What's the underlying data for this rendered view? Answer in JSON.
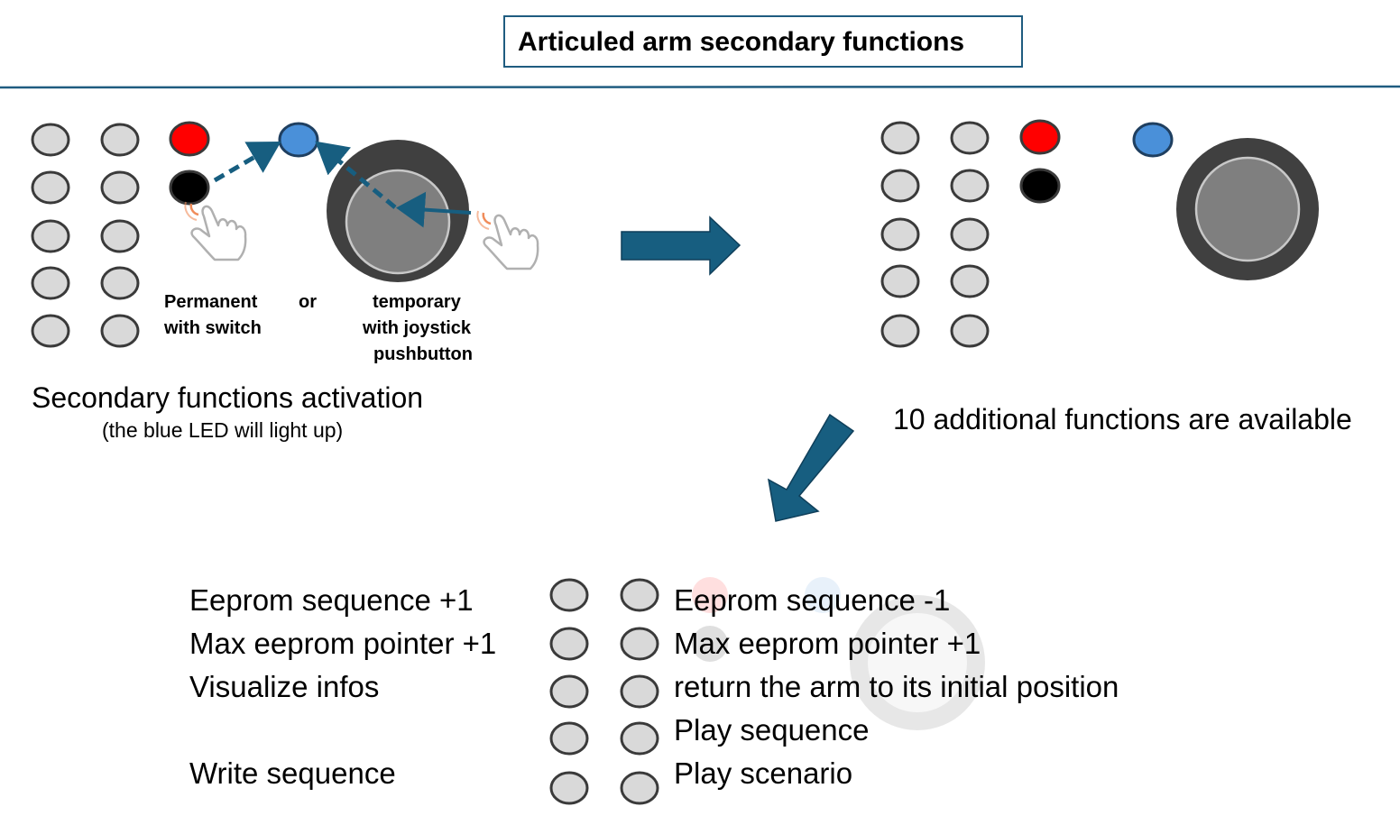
{
  "title": "Articuled arm secondary functions",
  "activation": {
    "permanent_label_line1": "Permanent",
    "permanent_label_line2": "with switch",
    "or_label": "or",
    "temporary_label_line1": "temporary",
    "temporary_label_line2": "with joystick",
    "temporary_label_line3": "pushbutton",
    "heading": "Secondary functions activation",
    "subheading": "(the blue LED will light up)"
  },
  "result": {
    "caption": "10 additional functions are available"
  },
  "functions": {
    "left": [
      "Eeprom sequence +1",
      "Max eeprom pointer +1",
      "Visualize infos",
      "",
      "Write sequence"
    ],
    "right": [
      "Eeprom sequence -1",
      "Max eeprom pointer +1",
      "return the arm to its initial position",
      "Play sequence",
      "Play scenario"
    ]
  },
  "colors": {
    "button_fill": "#d9d9d9",
    "button_stroke": "#3a3a3a",
    "led_red": "#ff0000",
    "led_black": "#000000",
    "led_blue": "#4a90d9",
    "arrow": "#175e80",
    "joystick_ring": "#404040",
    "joystick_knob": "#7f7f7f"
  },
  "icons": {
    "finger_press": "pointing-hand-icon",
    "next_arrow": "right-arrow-icon",
    "down_arrow": "down-left-arrow-icon"
  }
}
